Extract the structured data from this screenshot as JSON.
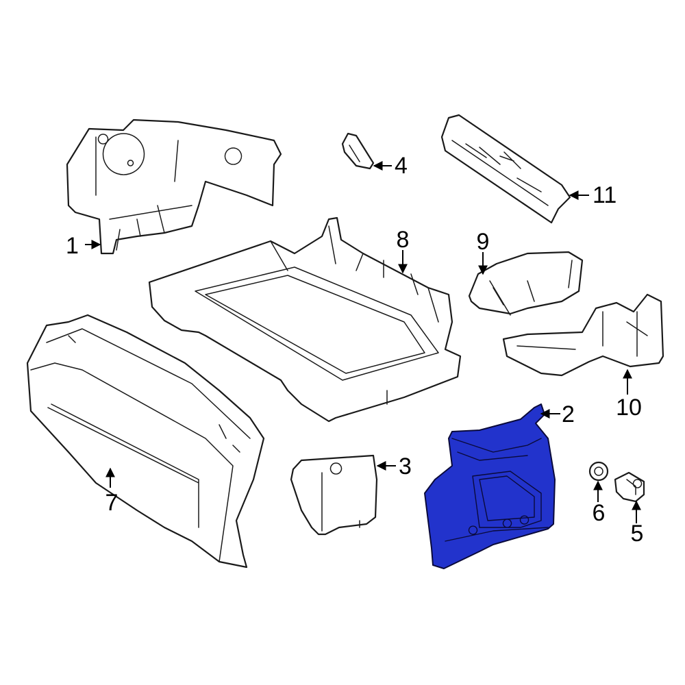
{
  "diagram": {
    "highlight_color": "#2233cc",
    "callouts": [
      {
        "id": "1",
        "label": "1"
      },
      {
        "id": "2",
        "label": "2"
      },
      {
        "id": "3",
        "label": "3"
      },
      {
        "id": "4",
        "label": "4"
      },
      {
        "id": "5",
        "label": "5"
      },
      {
        "id": "6",
        "label": "6"
      },
      {
        "id": "7",
        "label": "7"
      },
      {
        "id": "8",
        "label": "8"
      },
      {
        "id": "9",
        "label": "9"
      },
      {
        "id": "10",
        "label": "10"
      },
      {
        "id": "11",
        "label": "11"
      }
    ]
  }
}
